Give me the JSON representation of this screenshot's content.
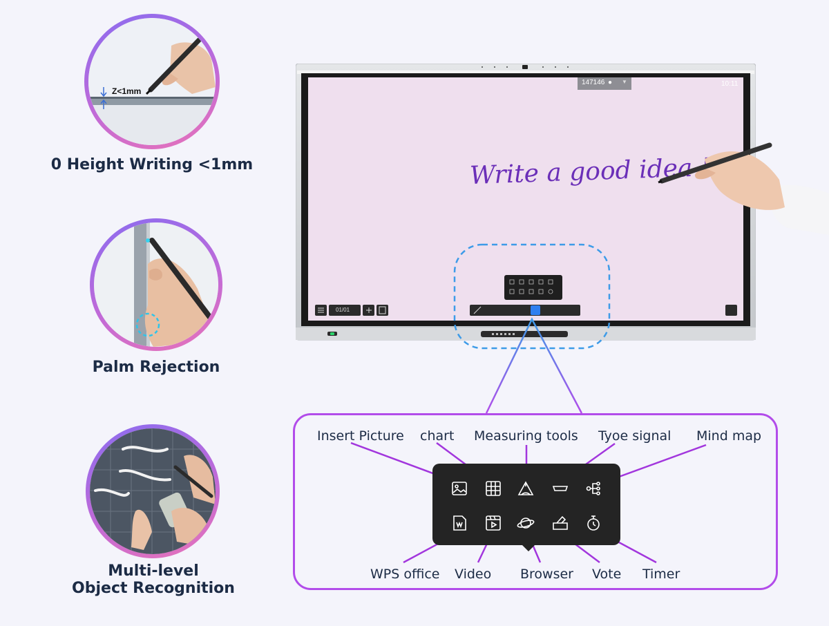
{
  "features": [
    {
      "label": "0 Height Writing <1mm",
      "inset_text": "Z<1mm"
    },
    {
      "label": "Palm Rejection"
    },
    {
      "label_line1": "Multi-level",
      "label_line2": "Object Recognition"
    }
  ],
  "screen": {
    "user_id": "147146",
    "clock": "10:11",
    "page_counter": "01/01",
    "handwriting": "Write a good idea !"
  },
  "tools": {
    "insert_picture": "Insert Picture",
    "chart": "chart",
    "measuring_tools": "Measuring tools",
    "type_signal": "Tyoe signal",
    "mind_map": "Mind map",
    "wps_office": "WPS office",
    "video": "Video",
    "browser": "Browser",
    "vote": "Vote",
    "timer": "Timer"
  },
  "colors": {
    "accent_purple": "#b24cea",
    "dashed_blue": "#3d9be8",
    "screen_pink": "#efdfee",
    "handwriting": "#6b2fb8"
  }
}
